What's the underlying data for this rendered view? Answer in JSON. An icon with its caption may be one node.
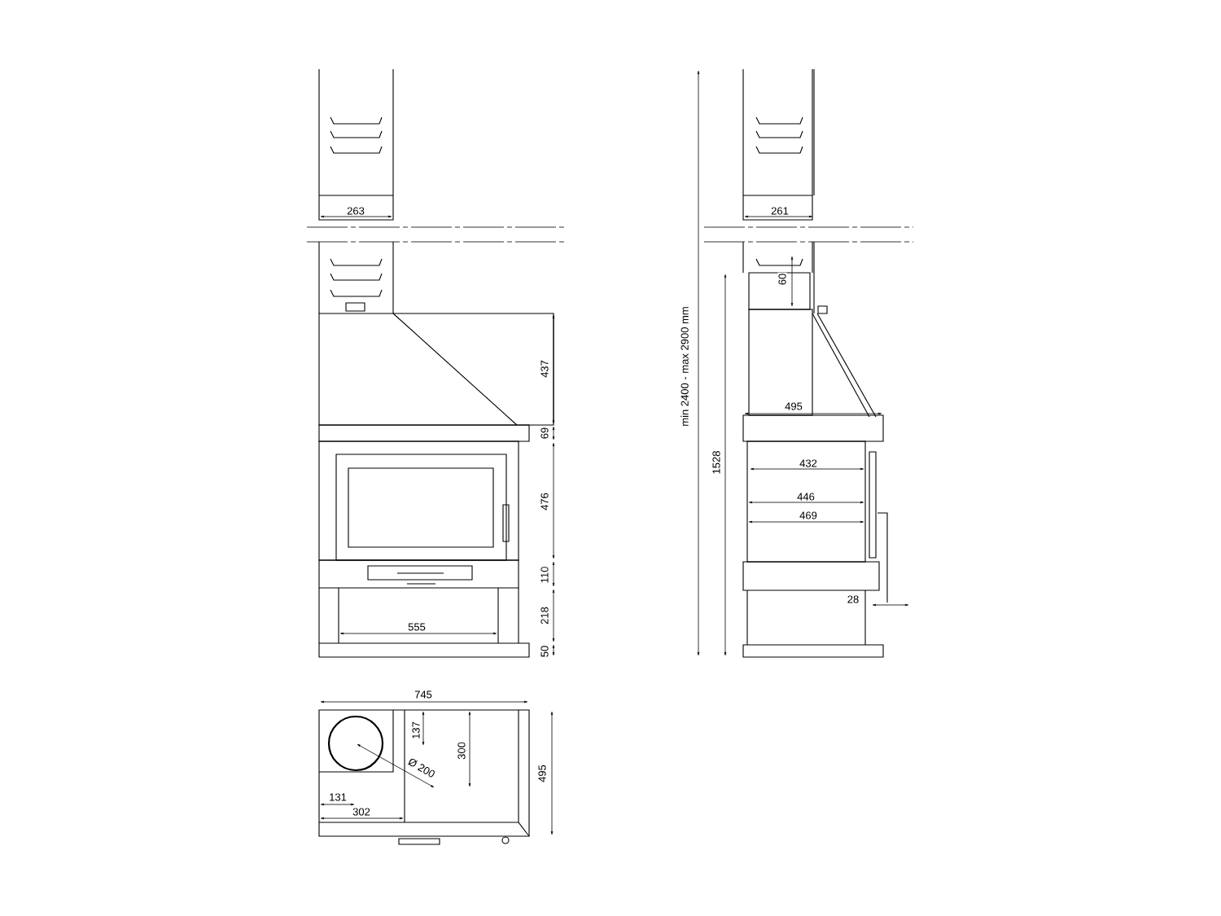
{
  "diagram": {
    "labels": [
      "263",
      "261",
      "60",
      "437",
      "min 2400 - max 2900 mm",
      "495",
      "69",
      "1528",
      "432",
      "476",
      "446",
      "469",
      "110",
      "28",
      "218",
      "555",
      "50",
      "745",
      "137",
      "300",
      "Ø 200",
      "495",
      "131",
      "302"
    ]
  }
}
